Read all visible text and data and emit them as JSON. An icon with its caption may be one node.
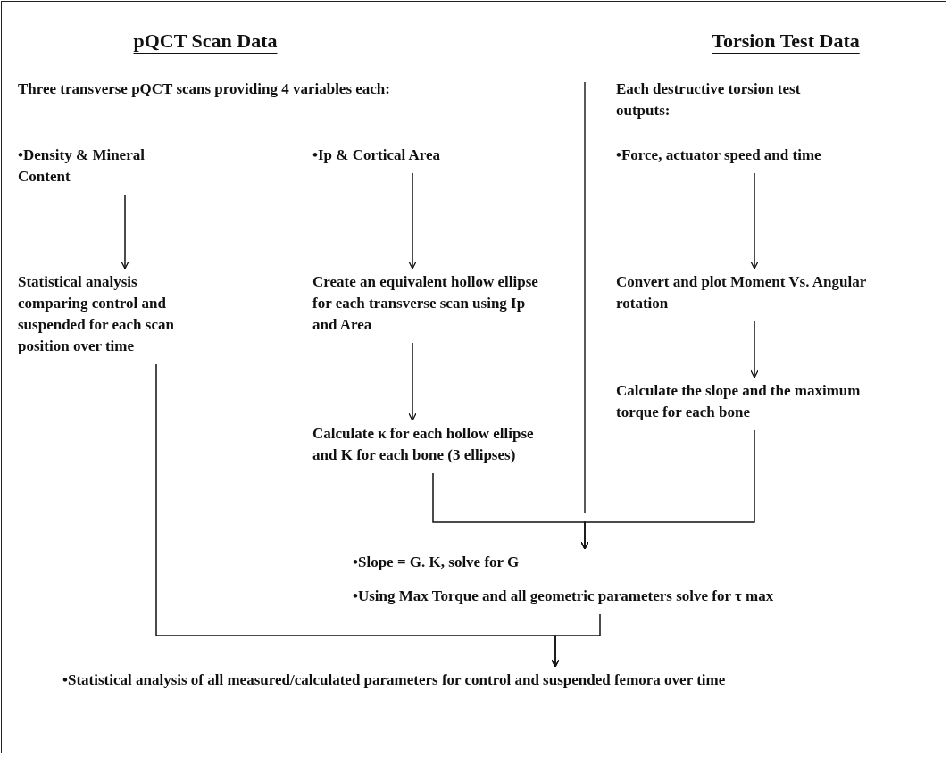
{
  "diagram": {
    "nodes": [
      {
        "text": [
          "•Density & Mineral Content"
        ]
      },
      {
        "text": [
          "•Ip & Cortical Area"
        ]
      },
      {
        "text": [
          "•Force, actuator speed and time"
        ]
      },
      {
        "text": [
          "Statistical analysis comparing control and suspended for each scan position over time"
        ]
      },
      {
        "text": [
          "Create an equivalent hollow ellipse for each transverse scan using Ip and Area"
        ]
      },
      {
        "text": [
          "Convert and plot Moment Vs. Angular rotation"
        ]
      },
      {
        "text": [
          "Calculate κ for each hollow ellipse and K for each bone (3 ellipses)"
        ]
      },
      {
        "text": [
          "Calculate the slope and the maximum torque for each bone"
        ]
      },
      {
        "text": [
          "•Slope = G. K, solve for G",
          "•Using Max Torque and all geometric parameters solve for τ max"
        ]
      },
      {
        "text": [
          "•Statistical analysis of all measured/calculated parameters for control and suspended femora over time"
        ]
      }
    ],
    "edges": [
      {
        "from": 0,
        "to": 3,
        "arrow": "to"
      },
      {
        "from": 1,
        "to": 4,
        "arrow": "to"
      },
      {
        "from": 4,
        "to": 6,
        "arrow": "to"
      },
      {
        "from": 2,
        "to": 5,
        "arrow": "to"
      },
      {
        "from": 5,
        "to": 7,
        "arrow": "to"
      },
      {
        "from": 6,
        "to": 8,
        "arrow": "to"
      },
      {
        "from": 7,
        "to": 8,
        "arrow": "to"
      },
      {
        "from": 3,
        "to": 9,
        "arrow": "to"
      },
      {
        "from": 8,
        "to": 9,
        "arrow": "to"
      }
    ],
    "labels": [
      "pQCT Scan Data",
      "Torsion Test Data",
      "Three transverse pQCT scans providing 4 variables each:",
      "Each destructive torsion test outputs:"
    ]
  }
}
